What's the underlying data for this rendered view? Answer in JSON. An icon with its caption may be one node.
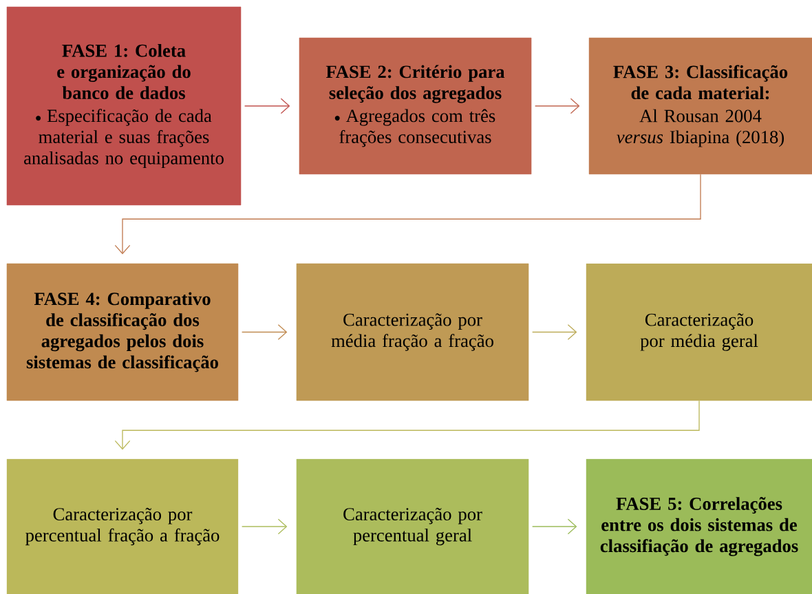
{
  "diagram": {
    "nodes": [
      {
        "text": [
          "FASE 1: Coleta e organização do banco de dados",
          "Especificação de cada material e suas frações analisadas no equipamento"
        ]
      },
      {
        "text": [
          "FASE 2: Critério para seleção dos agregados",
          "Agregados com três frações consecutivas"
        ]
      },
      {
        "text": [
          "FASE 3: Classificação de cada material:",
          "Al Rousan 2004 *versus* Ibiapina (2018)"
        ]
      },
      {
        "text": [
          "FASE 4: Comparativo de classificação dos agregados pelos dois sistemas de classificação"
        ]
      },
      {
        "text": [
          "Caracterização por média fração a fração"
        ]
      },
      {
        "text": [
          "Caracterização por média geral"
        ]
      },
      {
        "text": [
          "Caracterização por percentual fração a fração"
        ]
      },
      {
        "text": [
          "Caracterização por percentual geral"
        ]
      },
      {
        "text": [
          "FASE 5: Correlações entre os dois sistemas de classifiação de agregados"
        ]
      }
    ],
    "edges": [
      {
        "from": 0,
        "to": 1,
        "arrow": "to",
        "color": "#c0504d"
      },
      {
        "from": 1,
        "to": 2,
        "arrow": "to",
        "color": "#c0654f"
      },
      {
        "from": 2,
        "to": 3,
        "arrow": "to",
        "color": "#c07a50"
      },
      {
        "from": 3,
        "to": 4,
        "arrow": "to",
        "color": "#c08a50"
      },
      {
        "from": 4,
        "to": 5,
        "arrow": "to",
        "color": "#bdab58"
      },
      {
        "from": 5,
        "to": 6,
        "arrow": "to",
        "color": "#bbb85a"
      },
      {
        "from": 6,
        "to": 7,
        "arrow": "to",
        "color": "#acbc5c"
      },
      {
        "from": 7,
        "to": 8,
        "arrow": "to",
        "color": "#9bbb59"
      }
    ]
  }
}
